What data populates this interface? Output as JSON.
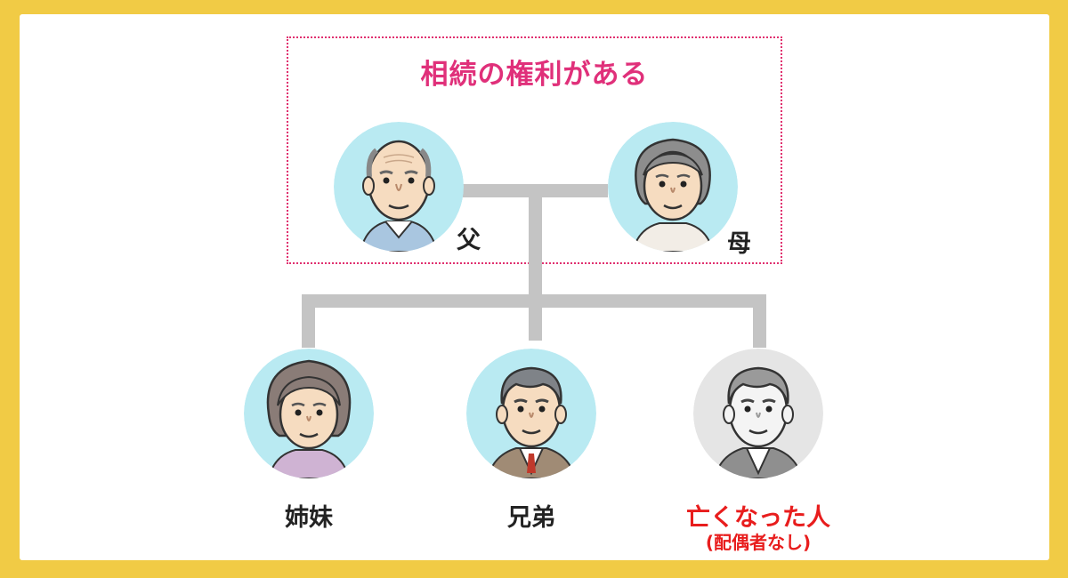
{
  "heading": "相続の権利がある",
  "people": {
    "father": {
      "label": "父",
      "bg": "#b9eaf2"
    },
    "mother": {
      "label": "母",
      "bg": "#b9eaf2"
    },
    "sister": {
      "label": "姉妹",
      "bg": "#b9eaf2"
    },
    "brother": {
      "label": "兄弟",
      "bg": "#b9eaf2"
    },
    "deceased": {
      "label": "亡くなった人",
      "note": "(配偶者なし)",
      "bg": "#e5e5e5"
    }
  },
  "colors": {
    "frame": "#f1cb45",
    "highlight": "#e0307a",
    "deceased_text": "#e81d1d",
    "connector": "#c4c4c4"
  }
}
